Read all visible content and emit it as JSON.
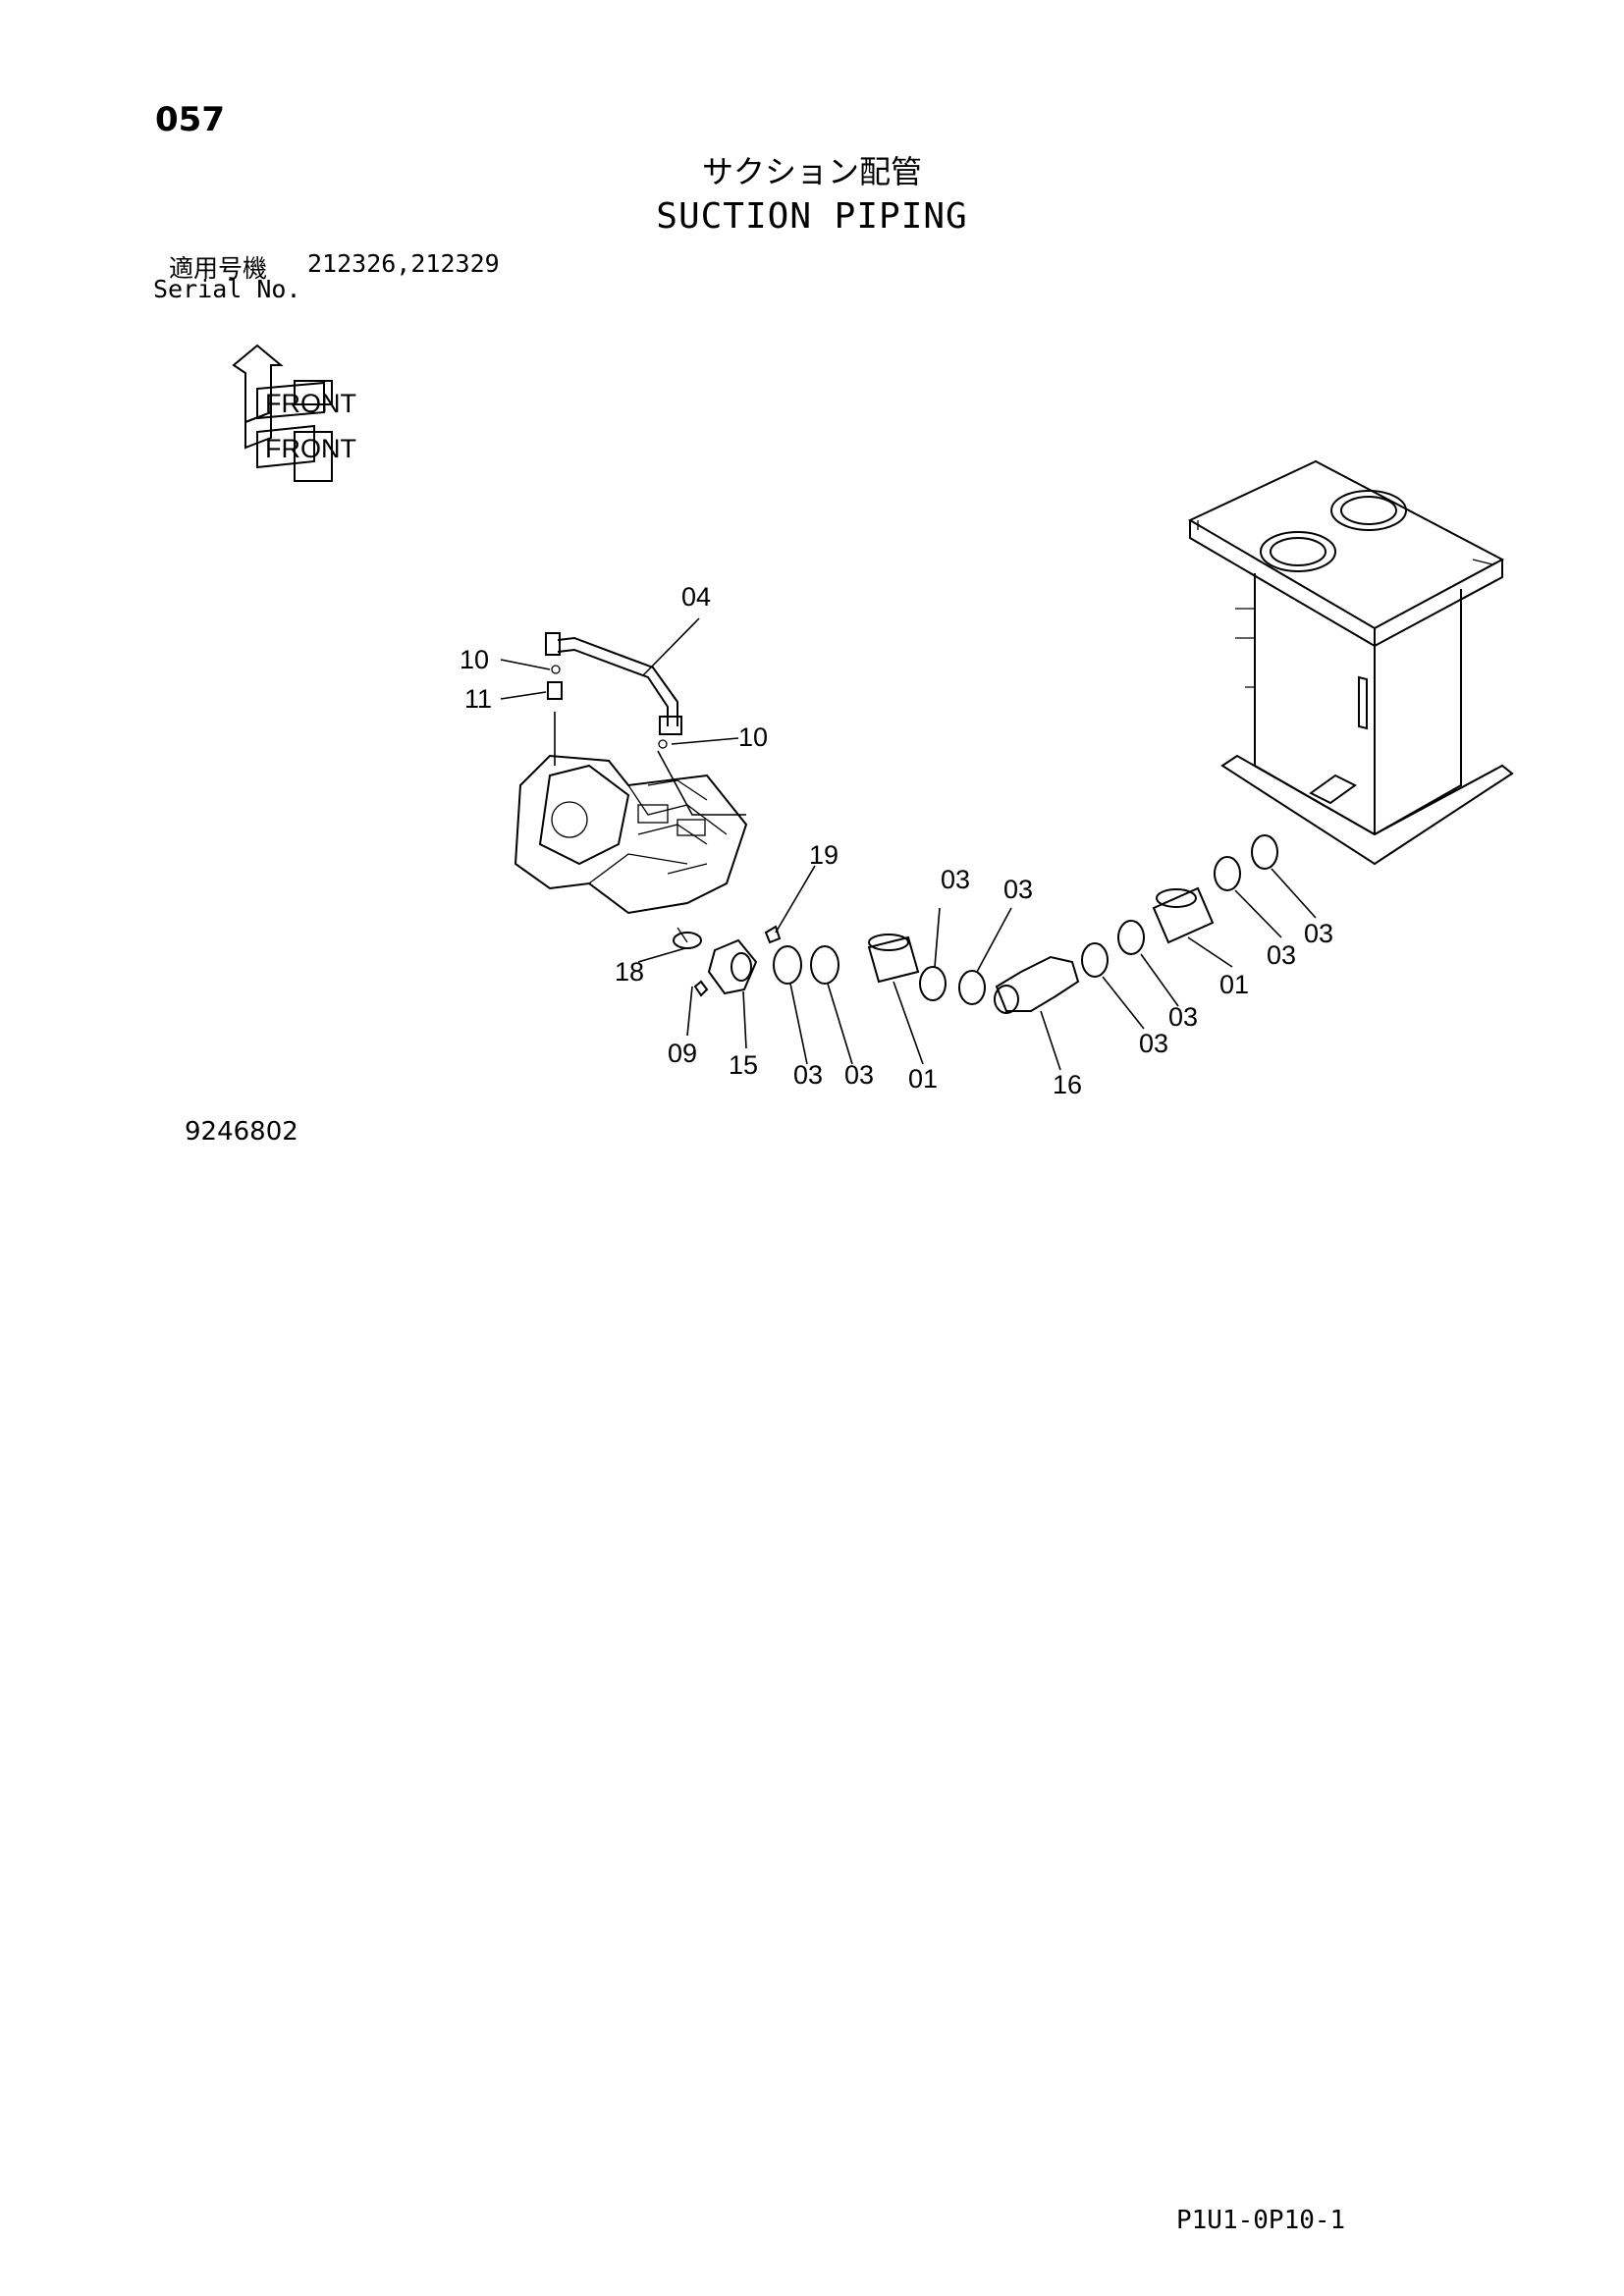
{
  "header": {
    "page_number": "057",
    "title_jp": "サクション配管",
    "title_en": "SUCTION PIPING",
    "serial_label_jp": "適用号機",
    "serial_values": "212326,212329",
    "serial_label_en": "Serial No."
  },
  "orientation_icon": {
    "name": "front-orientation-icon",
    "text": "FRONT"
  },
  "callouts": [
    "04",
    "10",
    "11",
    "10",
    "19",
    "03",
    "03",
    "18",
    "09",
    "15",
    "03",
    "03",
    "01",
    "16",
    "03",
    "03",
    "01",
    "03",
    "03"
  ],
  "footer": {
    "drawing_number": "9246802",
    "page_code": "P1U1-0P10-1"
  }
}
